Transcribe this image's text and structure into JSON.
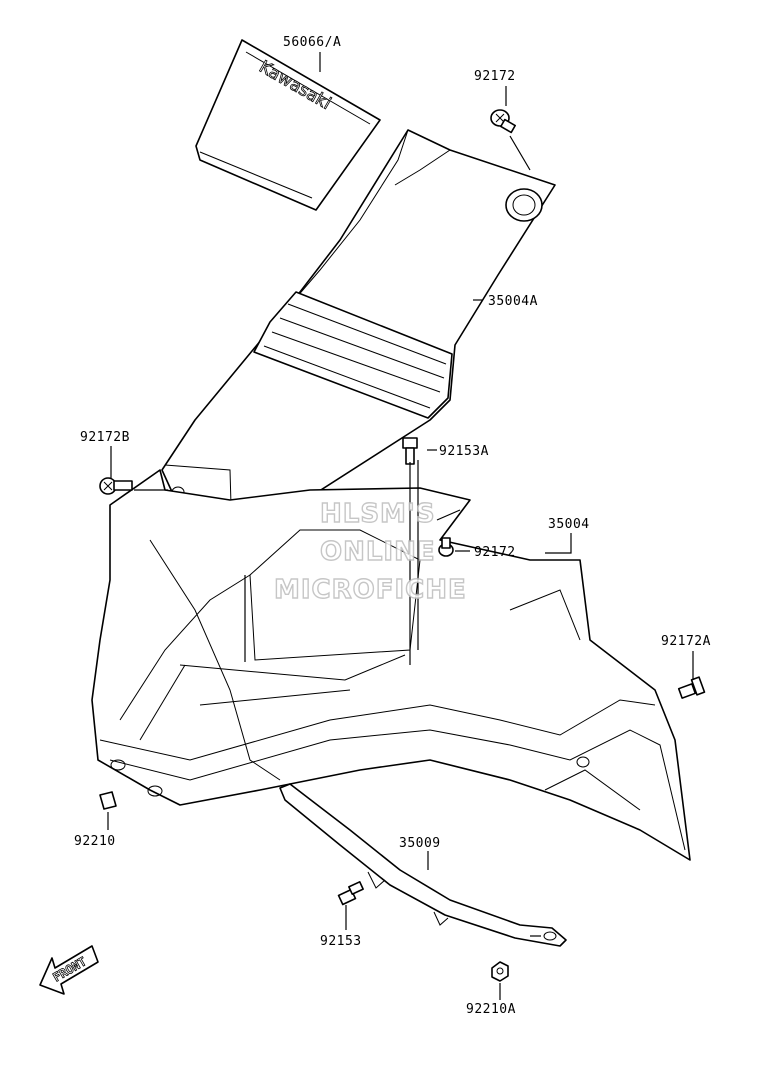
{
  "parts": {
    "p56066A": "56066/A",
    "p92172_top": "92172",
    "p35004A": "35004A",
    "p92172B": "92172B",
    "p92153A": "92153A",
    "p35004": "35004",
    "p92172_mid": "92172",
    "p92172A": "92172A",
    "p92210": "92210",
    "p35009": "35009",
    "p92153": "92153",
    "p92210A": "92210A"
  },
  "decal_text": "Kawasaki",
  "front_arrow_text": "FRONT",
  "watermark": {
    "line1": "HLSM'S",
    "line2": "ONLINE",
    "line3": "MICROFICHE"
  }
}
